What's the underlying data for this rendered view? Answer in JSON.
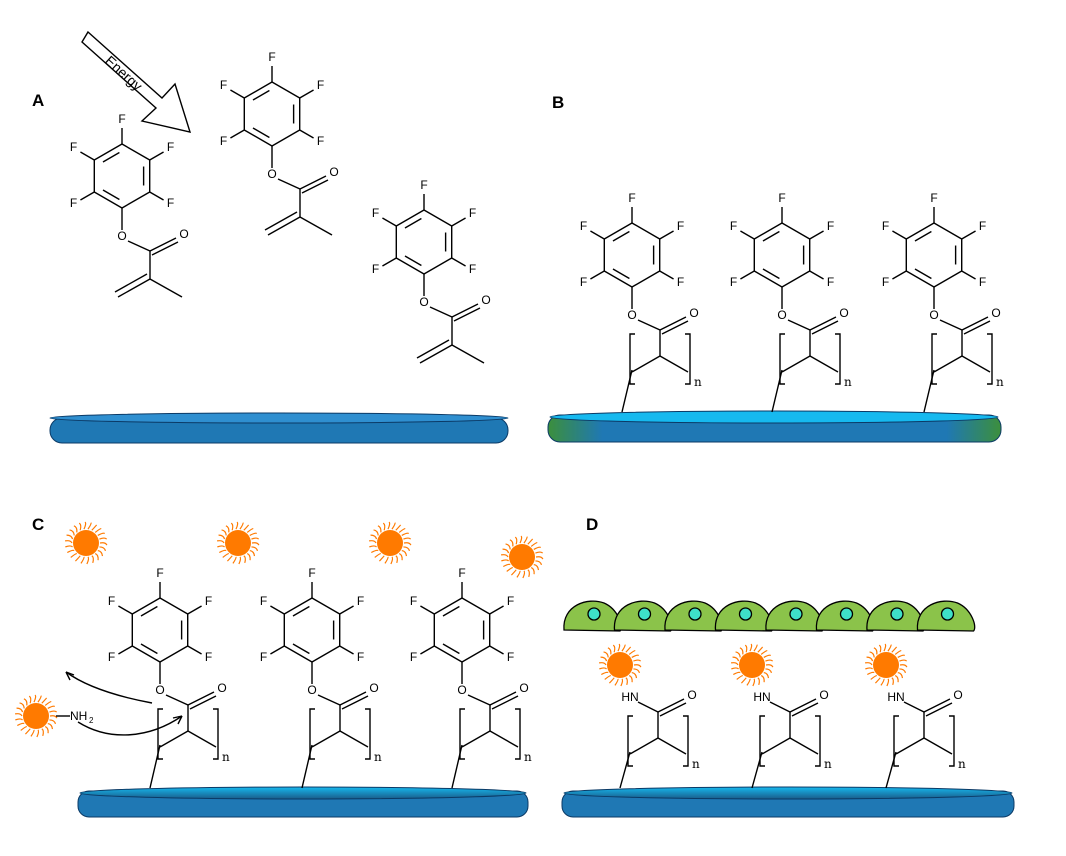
{
  "panels": {
    "a": {
      "label": "A"
    },
    "b": {
      "label": "B"
    },
    "c": {
      "label": "C"
    },
    "d": {
      "label": "D"
    }
  },
  "arrow": {
    "label": "Energy"
  },
  "atoms": {
    "fluorine": "F",
    "oxygen": "O",
    "amide_nh": "HN",
    "amine": "NH",
    "amine_sub": "2",
    "repeat": "n"
  },
  "colors": {
    "substrate_top": "#1f78b4",
    "substrate_dark": "#0b4a80",
    "substrate_glow": "#16b9ef",
    "nanoparticle": "#ff7a00",
    "cell_fill": "#8bc34a",
    "nucleus": "#3ee0c8"
  },
  "icons": [
    "energy-arrow-icon",
    "nanoparticle-icon",
    "cell-icon",
    "reaction-arrow-icon"
  ]
}
